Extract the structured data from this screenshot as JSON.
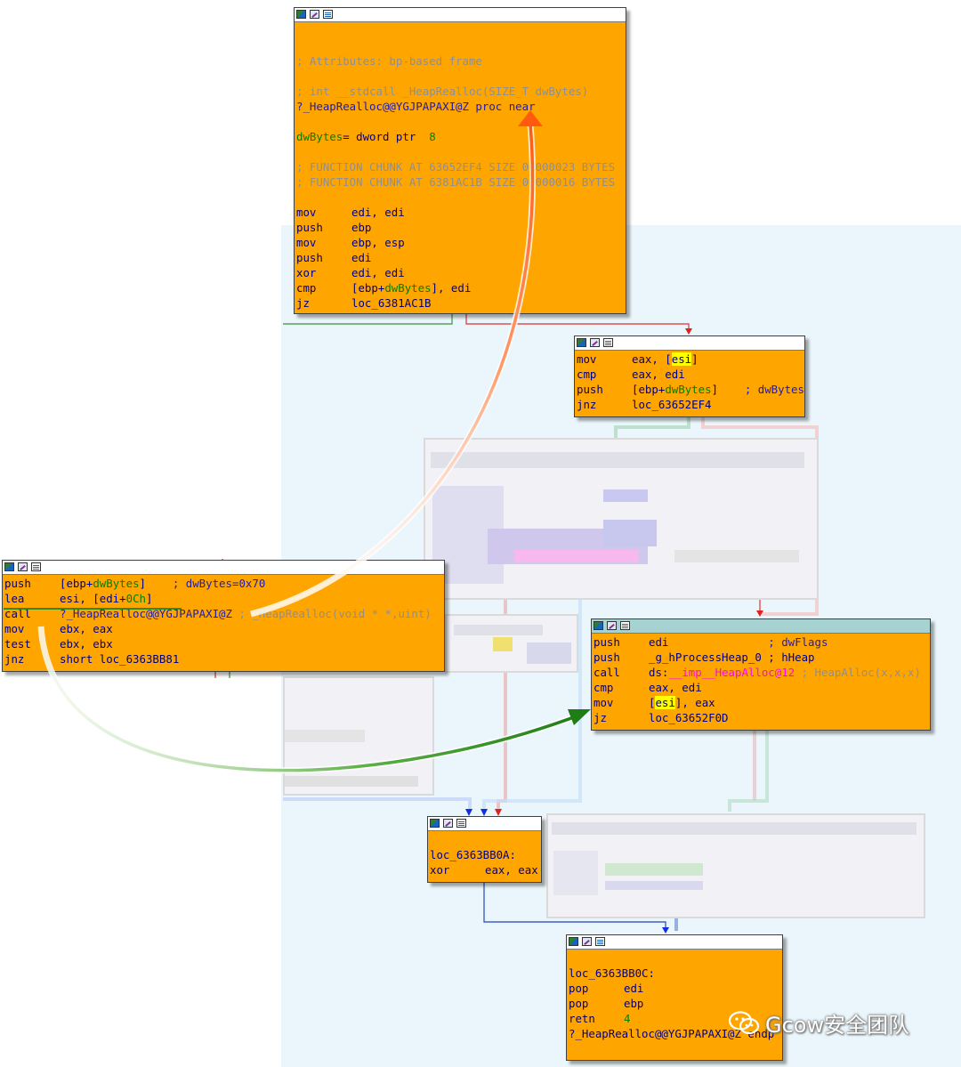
{
  "watermark": "Gcow安全团队",
  "nodes": {
    "proc_header": {
      "lines": [
        [],
        [],
        [
          {
            "t": "; Attributes: bp-based frame",
            "c": "cm"
          }
        ],
        [],
        [
          {
            "t": "; int __stdcall _HeapRealloc(SIZE_T dwBytes)",
            "c": "cm"
          }
        ],
        [
          {
            "t": "?_HeapRealloc@@YGJPAPAXI@Z proc near",
            "c": "cmb"
          }
        ],
        [],
        [
          {
            "t": "dwBytes",
            "c": "gr"
          },
          {
            "t": "= dword ptr  "
          },
          {
            "t": "8",
            "c": "gr"
          }
        ],
        [],
        [
          {
            "t": "; FUNCTION CHUNK AT 63652EF4 SIZE 00000023 BYTES",
            "c": "cm"
          }
        ],
        [
          {
            "t": "; FUNCTION CHUNK AT 6381AC1B SIZE 00000016 BYTES",
            "c": "cm"
          }
        ],
        [],
        [
          {
            "m": "mov"
          },
          {
            "t": "edi, edi"
          }
        ],
        [
          {
            "m": "push"
          },
          {
            "t": "ebp"
          }
        ],
        [
          {
            "m": "mov"
          },
          {
            "t": "ebp, esp"
          }
        ],
        [
          {
            "m": "push"
          },
          {
            "t": "edi"
          }
        ],
        [
          {
            "m": "xor"
          },
          {
            "t": "edi, edi"
          }
        ],
        [
          {
            "m": "cmp"
          },
          {
            "t": "[ebp+"
          },
          {
            "t": "dwBytes",
            "c": "gr"
          },
          {
            "t": "], edi"
          }
        ],
        [
          {
            "m": "jz"
          },
          {
            "t": "loc_6381AC1B"
          }
        ]
      ]
    },
    "eax_esi": {
      "lines": [
        [
          {
            "m": "mov"
          },
          {
            "t": "eax, ["
          },
          {
            "t": "esi",
            "c": "hl"
          },
          {
            "t": "]"
          }
        ],
        [
          {
            "m": "cmp"
          },
          {
            "t": "eax, edi"
          }
        ],
        [
          {
            "m": "push"
          },
          {
            "t": "[ebp+"
          },
          {
            "t": "dwBytes",
            "c": "gr"
          },
          {
            "t": "]    "
          },
          {
            "t": "; dwBytes",
            "c": "cmb"
          }
        ],
        [
          {
            "m": "jnz"
          },
          {
            "t": "loc_63652EF4"
          }
        ]
      ]
    },
    "caller": {
      "lines": [
        [
          {
            "m": "push"
          },
          {
            "t": "[ebp+"
          },
          {
            "t": "dwBytes",
            "c": "gr"
          },
          {
            "t": "]    "
          },
          {
            "t": "; dwBytes=0x70",
            "c": "cmb"
          }
        ],
        [
          {
            "m": "lea"
          },
          {
            "t": "esi, [edi+"
          },
          {
            "t": "0Ch",
            "c": "gr"
          },
          {
            "t": "]"
          }
        ],
        [
          {
            "m": "call"
          },
          {
            "t": "?_HeapRealloc@@YGJPAPAXI@Z ",
            "c": "cmb"
          },
          {
            "t": "; _HeapRealloc(void * *,uint)",
            "c": "cm"
          }
        ],
        [
          {
            "m": "mov"
          },
          {
            "t": "ebx, eax"
          }
        ],
        [
          {
            "m": "test"
          },
          {
            "t": "ebx, ebx"
          }
        ],
        [
          {
            "m": "jnz"
          },
          {
            "t": "short loc_6363BB81"
          }
        ]
      ]
    },
    "heapalloc": {
      "lines": [
        [
          {
            "m": "push"
          },
          {
            "t": "edi               "
          },
          {
            "t": "; dwFlags",
            "c": "cmb"
          }
        ],
        [
          {
            "m": "push"
          },
          {
            "t": "_g_hProcessHeap_0 ; hHeap"
          }
        ],
        [
          {
            "m": "call"
          },
          {
            "t": "ds:"
          },
          {
            "t": "__imp__HeapAlloc@12",
            "c": "pk"
          },
          {
            "t": " ; HeapAlloc(x,x,x)",
            "c": "cm"
          }
        ],
        [
          {
            "m": "cmp"
          },
          {
            "t": "eax, edi"
          }
        ],
        [
          {
            "m": "mov"
          },
          {
            "t": "["
          },
          {
            "t": "esi",
            "c": "hl"
          },
          {
            "t": "], eax"
          }
        ],
        [
          {
            "m": "jz"
          },
          {
            "t": "loc_63652F0D"
          }
        ]
      ]
    },
    "xor_eax": {
      "lines": [
        [],
        [
          {
            "t": "loc_6363BB0A:"
          }
        ],
        [
          {
            "m": "xor"
          },
          {
            "t": "eax, eax"
          }
        ]
      ]
    },
    "epilogue": {
      "lines": [
        [],
        [
          {
            "t": "loc_6363BB0C:"
          }
        ],
        [
          {
            "m": "pop"
          },
          {
            "t": "edi"
          }
        ],
        [
          {
            "m": "pop"
          },
          {
            "t": "ebp"
          }
        ],
        [
          {
            "m": "retn"
          },
          {
            "t": "4",
            "c": "gr"
          }
        ],
        [
          {
            "t": "?_HeapRealloc@@YGJPAPAXI@Z endp"
          }
        ]
      ]
    }
  },
  "colors": {
    "node_bg": "#ffa500",
    "comment_gray": "#8f8f8f",
    "symbol_blue": "#1c1cb0",
    "green": "#008000",
    "pink": "#ff00ff",
    "highlight": "#ffff00",
    "arrow_orange": "#ff6a1f",
    "arrow_green": "#2e8b1f"
  }
}
